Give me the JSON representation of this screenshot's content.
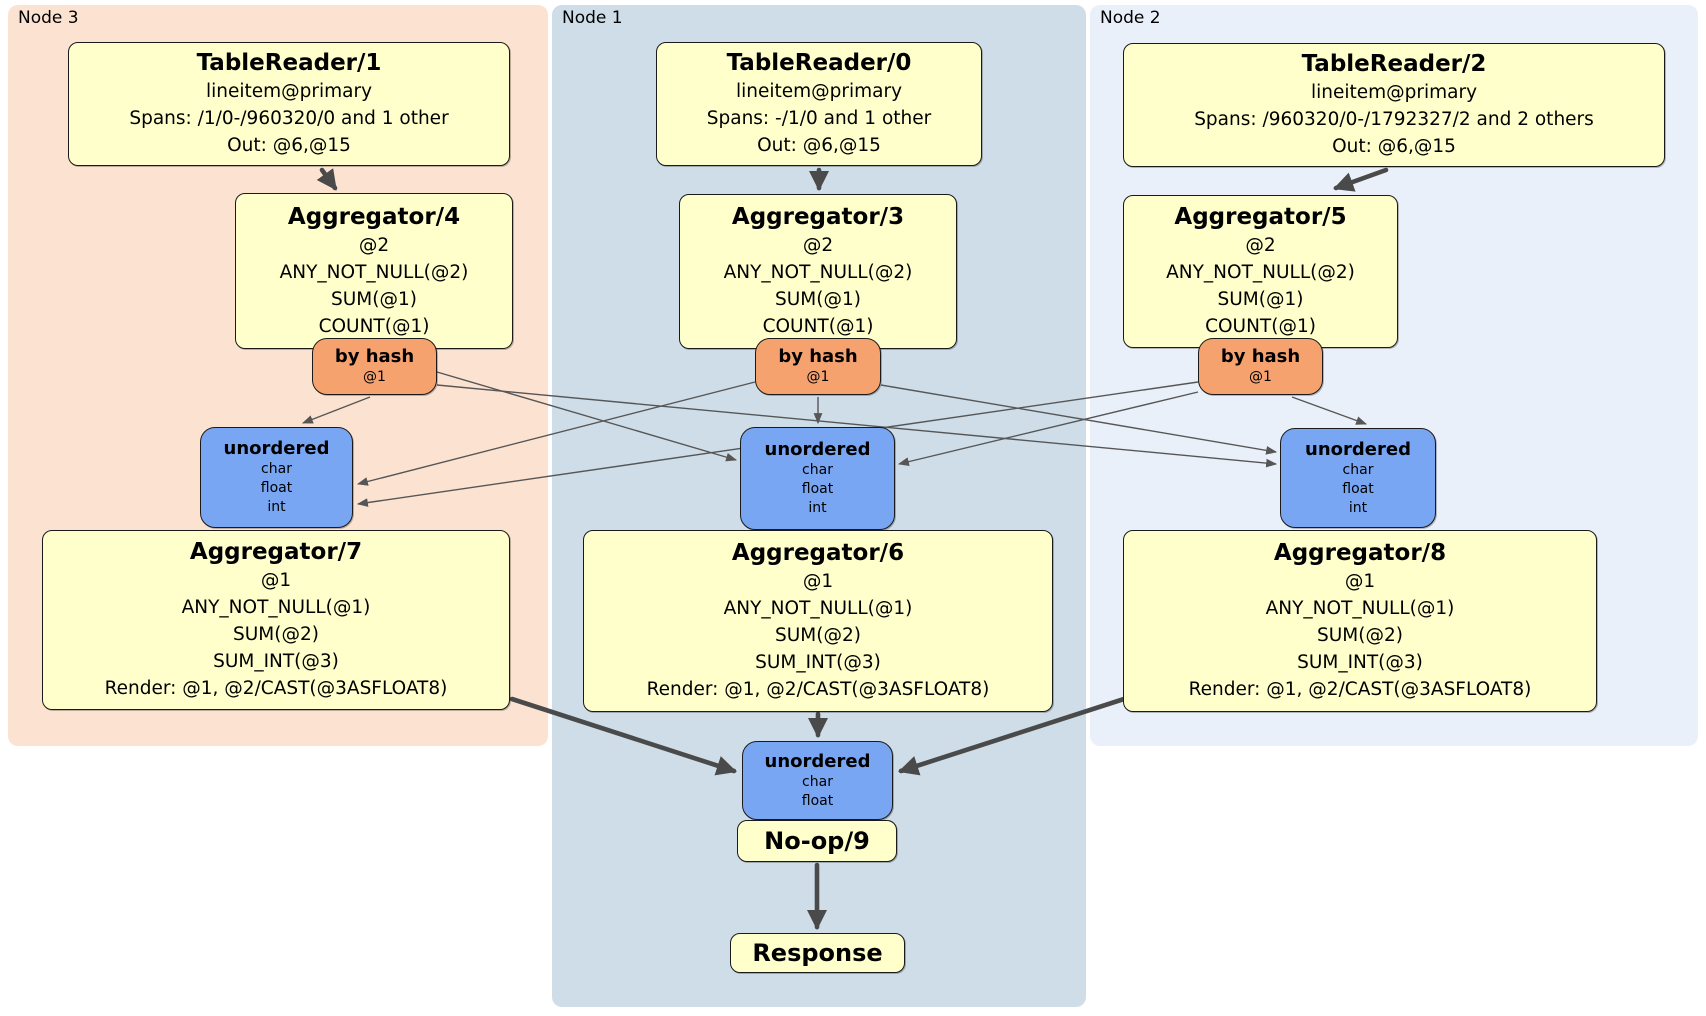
{
  "regions": {
    "node3": {
      "label": "Node 3"
    },
    "node1": {
      "label": "Node 1"
    },
    "node2": {
      "label": "Node 2"
    }
  },
  "nodes": {
    "tablereader1": {
      "title": "TableReader/1",
      "lines": [
        "lineitem@primary",
        "Spans: /1/0-/960320/0 and 1 other",
        "Out: @6,@15"
      ]
    },
    "tablereader0": {
      "title": "TableReader/0",
      "lines": [
        "lineitem@primary",
        "Spans: -/1/0 and 1 other",
        "Out: @6,@15"
      ]
    },
    "tablereader2": {
      "title": "TableReader/2",
      "lines": [
        "lineitem@primary",
        "Spans: /960320/0-/1792327/2 and 2 others",
        "Out: @6,@15"
      ]
    },
    "aggregator4": {
      "title": "Aggregator/4",
      "lines": [
        "@2",
        "ANY_NOT_NULL(@2)",
        "SUM(@1)",
        "COUNT(@1)"
      ]
    },
    "aggregator3": {
      "title": "Aggregator/3",
      "lines": [
        "@2",
        "ANY_NOT_NULL(@2)",
        "SUM(@1)",
        "COUNT(@1)"
      ]
    },
    "aggregator5": {
      "title": "Aggregator/5",
      "lines": [
        "@2",
        "ANY_NOT_NULL(@2)",
        "SUM(@1)",
        "COUNT(@1)"
      ]
    },
    "router_node3": {
      "title": "by hash",
      "lines": [
        "@1"
      ]
    },
    "router_node1": {
      "title": "by hash",
      "lines": [
        "@1"
      ]
    },
    "router_node2": {
      "title": "by hash",
      "lines": [
        "@1"
      ]
    },
    "sync_node3": {
      "title": "unordered",
      "lines": [
        "char",
        "float",
        "int"
      ]
    },
    "sync_node1": {
      "title": "unordered",
      "lines": [
        "char",
        "float",
        "int"
      ]
    },
    "sync_node2": {
      "title": "unordered",
      "lines": [
        "char",
        "float",
        "int"
      ]
    },
    "aggregator7": {
      "title": "Aggregator/7",
      "lines": [
        "@1",
        "ANY_NOT_NULL(@1)",
        "SUM(@2)",
        "SUM_INT(@3)",
        "Render: @1, @2/CAST(@3ASFLOAT8)"
      ]
    },
    "aggregator6": {
      "title": "Aggregator/6",
      "lines": [
        "@1",
        "ANY_NOT_NULL(@1)",
        "SUM(@2)",
        "SUM_INT(@3)",
        "Render: @1, @2/CAST(@3ASFLOAT8)"
      ]
    },
    "aggregator8": {
      "title": "Aggregator/8",
      "lines": [
        "@1",
        "ANY_NOT_NULL(@1)",
        "SUM(@2)",
        "SUM_INT(@3)",
        "Render: @1, @2/CAST(@3ASFLOAT8)"
      ]
    },
    "sync_final": {
      "title": "unordered",
      "lines": [
        "char",
        "float"
      ]
    },
    "noop9": {
      "title": "No-op/9",
      "lines": []
    },
    "response": {
      "title": "Response",
      "lines": []
    }
  },
  "edges": [
    {
      "from": "tablereader1",
      "to": "aggregator4"
    },
    {
      "from": "tablereader0",
      "to": "aggregator3"
    },
    {
      "from": "tablereader2",
      "to": "aggregator5"
    },
    {
      "from": "router_node3",
      "to": "sync_node3"
    },
    {
      "from": "router_node3",
      "to": "sync_node1"
    },
    {
      "from": "router_node3",
      "to": "sync_node2"
    },
    {
      "from": "router_node1",
      "to": "sync_node3"
    },
    {
      "from": "router_node1",
      "to": "sync_node1"
    },
    {
      "from": "router_node1",
      "to": "sync_node2"
    },
    {
      "from": "router_node2",
      "to": "sync_node3"
    },
    {
      "from": "router_node2",
      "to": "sync_node1"
    },
    {
      "from": "router_node2",
      "to": "sync_node2"
    },
    {
      "from": "aggregator7",
      "to": "sync_final"
    },
    {
      "from": "aggregator6",
      "to": "sync_final"
    },
    {
      "from": "aggregator8",
      "to": "sync_final"
    },
    {
      "from": "noop9",
      "to": "response"
    }
  ],
  "colors": {
    "node3_bg": "#fce2d1",
    "node1_bg": "#cedde8",
    "node2_bg": "#eaf0f9",
    "box_bg": "#ffffcc",
    "router_bg": "#f5a26f",
    "sync_bg": "#78a6f2",
    "border": "#1a1a1a",
    "edge": "#4a4a4a"
  }
}
